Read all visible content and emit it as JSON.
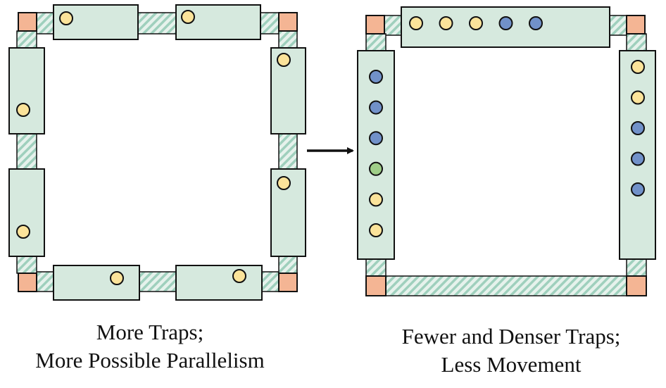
{
  "colors": {
    "trap_fill": "#d6e9de",
    "junction_fill": "#f4b594",
    "hatch_bg": "#e6f2ec",
    "hatch_line": "#9fd0bd",
    "outline": "#111111",
    "ion_yellow": "#fbe39a",
    "ion_blue": "#7191c9",
    "ion_green": "#9fce88"
  },
  "left_diagram": {
    "caption_line1": "More Traps;",
    "caption_line2": "More Possible Parallelism",
    "trap_count": 8,
    "ions": [
      "yellow",
      "yellow",
      "yellow",
      "yellow",
      "yellow",
      "yellow",
      "yellow",
      "yellow"
    ]
  },
  "transition_icon": "arrow-right-icon",
  "right_diagram": {
    "caption_line1": "Fewer and Denser Traps;",
    "caption_line2": "Less Movement",
    "trap_count": 3,
    "top_trap_ions": [
      "yellow",
      "yellow",
      "yellow",
      "blue",
      "blue"
    ],
    "left_trap_ions": [
      "blue",
      "blue",
      "blue",
      "green",
      "yellow",
      "yellow"
    ],
    "right_trap_ions": [
      "yellow",
      "yellow",
      "blue",
      "blue",
      "blue"
    ]
  }
}
